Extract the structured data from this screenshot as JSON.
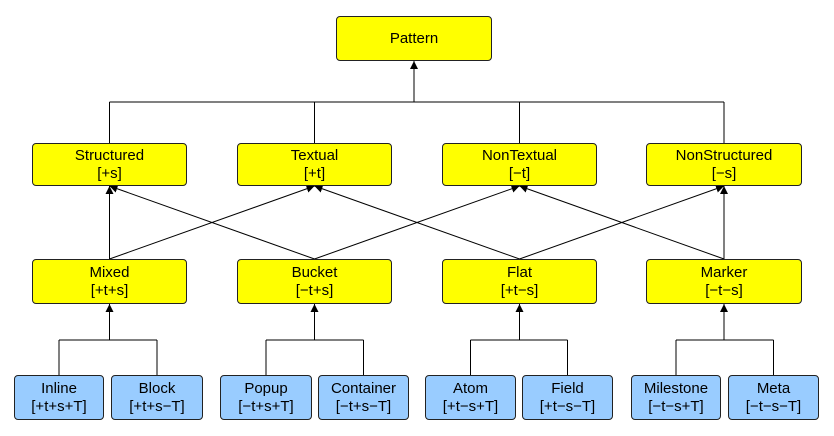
{
  "colors": {
    "pattern_fill": "#ffff00",
    "leaf_fill": "#99ccff",
    "stroke": "#222222",
    "text": "#000000"
  },
  "nodes": {
    "pattern": {
      "name": "Pattern"
    },
    "structured": {
      "name": "Structured",
      "code": "[+s]"
    },
    "textual": {
      "name": "Textual",
      "code": "[+t]"
    },
    "nontextual": {
      "name": "NonTextual",
      "code": "[−t]"
    },
    "nonstructured": {
      "name": "NonStructured",
      "code": "[−s]"
    },
    "mixed": {
      "name": "Mixed",
      "code": "[+t+s]"
    },
    "bucket": {
      "name": "Bucket",
      "code": "[−t+s]"
    },
    "flat": {
      "name": "Flat",
      "code": "[+t−s]"
    },
    "marker": {
      "name": "Marker",
      "code": "[−t−s]"
    },
    "inline": {
      "name": "Inline",
      "code": "[+t+s+T]"
    },
    "block": {
      "name": "Block",
      "code": "[+t+s−T]"
    },
    "popup": {
      "name": "Popup",
      "code": "[−t+s+T]"
    },
    "container": {
      "name": "Container",
      "code": "[−t+s−T]"
    },
    "atom": {
      "name": "Atom",
      "code": "[+t−s+T]"
    },
    "field": {
      "name": "Field",
      "code": "[+t−s−T]"
    },
    "milestone": {
      "name": "Milestone",
      "code": "[−t−s+T]"
    },
    "meta": {
      "name": "Meta",
      "code": "[−t−s−T]"
    }
  },
  "edges": [
    {
      "from": "structured",
      "to": "pattern",
      "kind": "group"
    },
    {
      "from": "textual",
      "to": "pattern",
      "kind": "group"
    },
    {
      "from": "nontextual",
      "to": "pattern",
      "kind": "group"
    },
    {
      "from": "nonstructured",
      "to": "pattern",
      "kind": "group"
    },
    {
      "from": "mixed",
      "to": "structured"
    },
    {
      "from": "mixed",
      "to": "textual"
    },
    {
      "from": "bucket",
      "to": "structured"
    },
    {
      "from": "bucket",
      "to": "nontextual"
    },
    {
      "from": "flat",
      "to": "textual"
    },
    {
      "from": "flat",
      "to": "nonstructured"
    },
    {
      "from": "marker",
      "to": "nontextual"
    },
    {
      "from": "marker",
      "to": "nonstructured"
    },
    {
      "from": "inline",
      "to": "mixed",
      "kind": "group"
    },
    {
      "from": "block",
      "to": "mixed",
      "kind": "group"
    },
    {
      "from": "popup",
      "to": "bucket",
      "kind": "group"
    },
    {
      "from": "container",
      "to": "bucket",
      "kind": "group"
    },
    {
      "from": "atom",
      "to": "flat",
      "kind": "group"
    },
    {
      "from": "field",
      "to": "flat",
      "kind": "group"
    },
    {
      "from": "milestone",
      "to": "marker",
      "kind": "group"
    },
    {
      "from": "meta",
      "to": "marker",
      "kind": "group"
    }
  ]
}
